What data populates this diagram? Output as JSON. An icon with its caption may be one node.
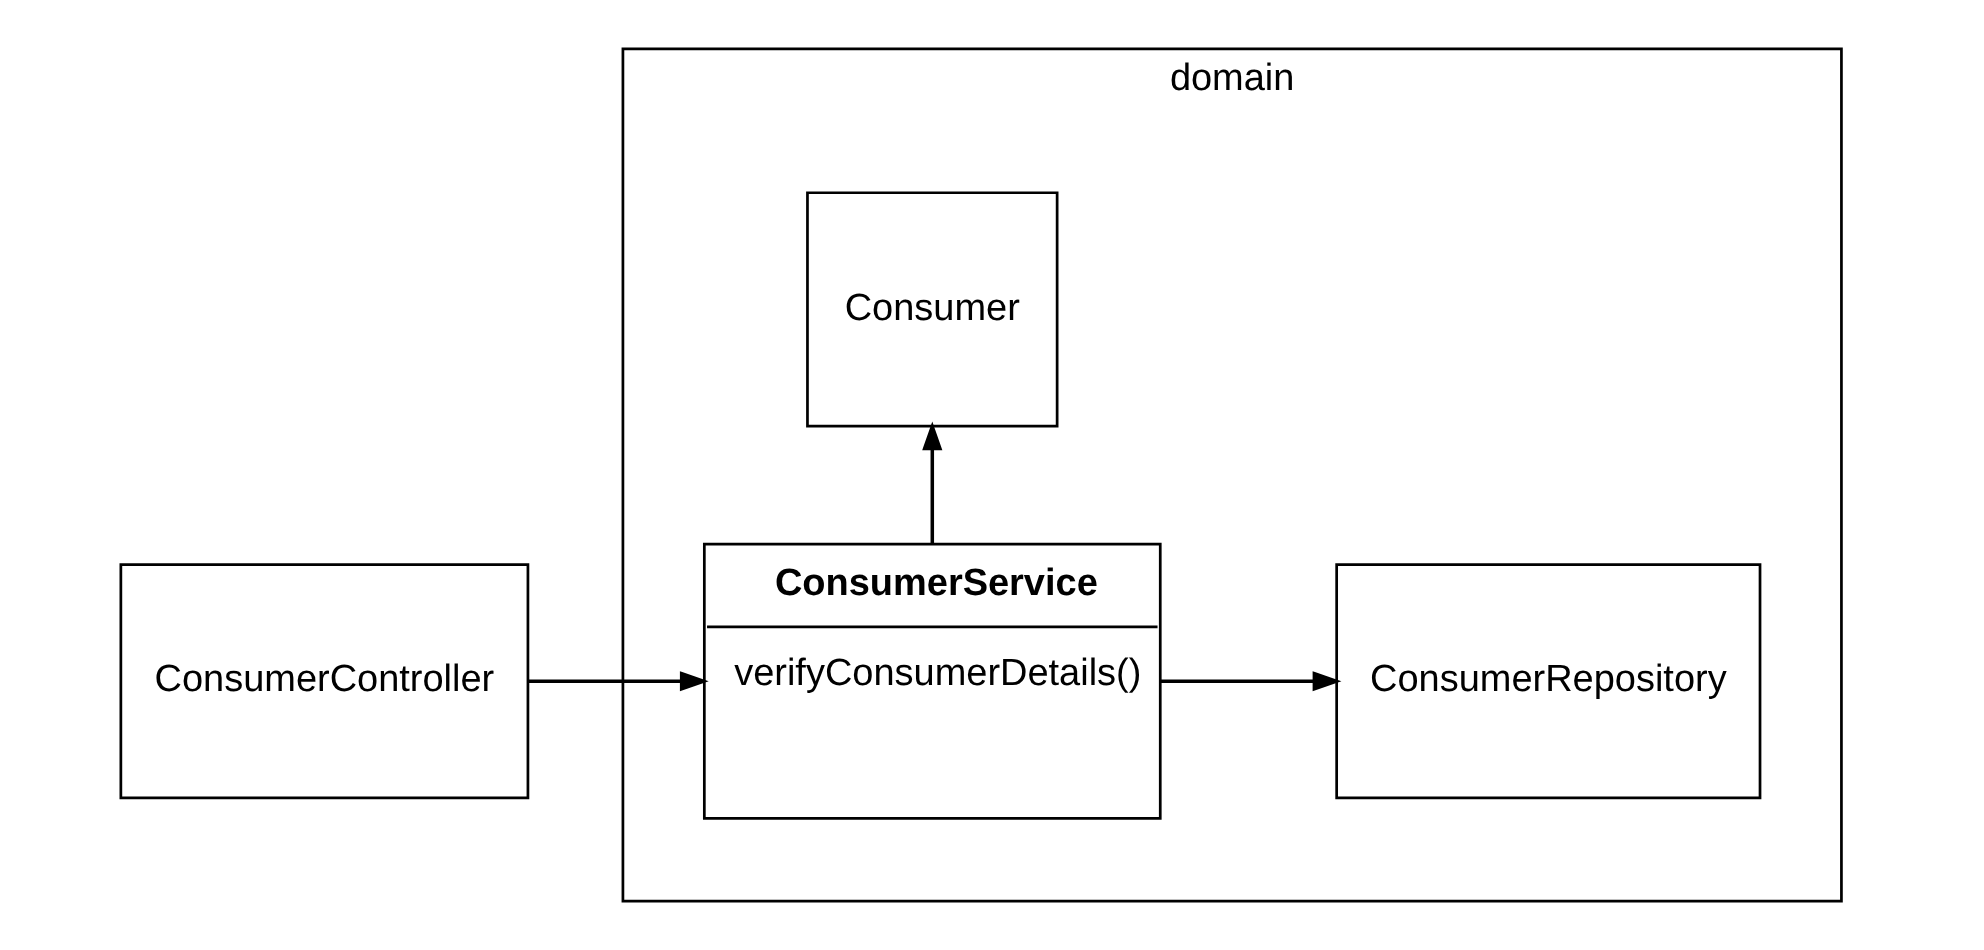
{
  "diagram": {
    "nodes": [
      {
        "text": [
          "domain"
        ]
      },
      {
        "text": [
          "ConsumerController"
        ]
      },
      {
        "text": [
          "ConsumerService",
          "verifyConsumerDetails()"
        ],
        "in": 0
      },
      {
        "text": [
          "ConsumerRepository"
        ],
        "in": 0
      },
      {
        "text": [
          "Consumer"
        ],
        "in": 0
      }
    ],
    "edges": [
      {
        "from": 1,
        "to": 2,
        "arrow": "to"
      },
      {
        "from": 2,
        "to": 3,
        "arrow": "to"
      },
      {
        "from": 2,
        "to": 4,
        "arrow": "to"
      }
    ]
  }
}
